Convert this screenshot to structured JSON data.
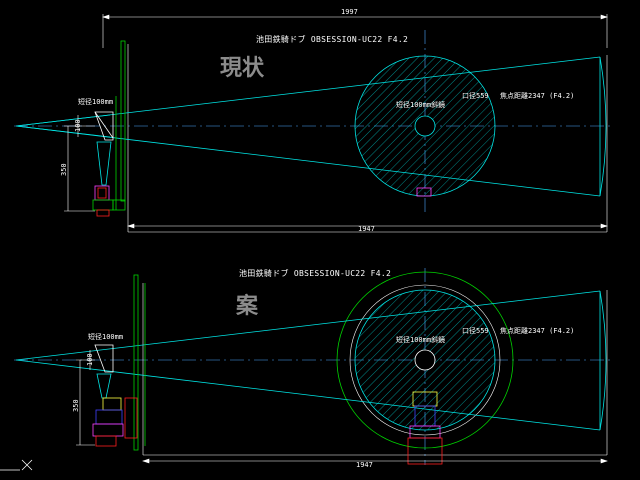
{
  "top": {
    "title": "池田鉄騎ドブ OBSESSION-UC22 F4.2",
    "big_label": "現状",
    "dim_overall": "1997",
    "dim_length": "1947",
    "dim_height": "350",
    "dim_small": "100",
    "secondary_label": "短径100mm",
    "secondary_mirror_label": "短径100mm斜鏡",
    "aperture_label": "口径559",
    "focal_label": "焦点距離2347 (F4.2)"
  },
  "bottom": {
    "title": "池田鉄騎ドブ OBSESSION-UC22 F4.2",
    "big_label": "案",
    "dim_length": "1947",
    "dim_height": "350",
    "dim_small": "100",
    "secondary_label": "短径100mm",
    "secondary_mirror_label": "短径100mm斜鏡",
    "aperture_label": "口径559",
    "focal_label": "焦点距離2347 (F4.2)"
  },
  "colors": {
    "background": "#000000",
    "beam": "#00e5e5",
    "dimension": "#ffffff",
    "structure_green": "#00d400",
    "centerline": "#4da6ff",
    "mirror_hatch": "#00e5e5",
    "red": "#ff2020",
    "magenta": "#ff40ff",
    "blue": "#4040ff",
    "yellow": "#ffff40"
  }
}
